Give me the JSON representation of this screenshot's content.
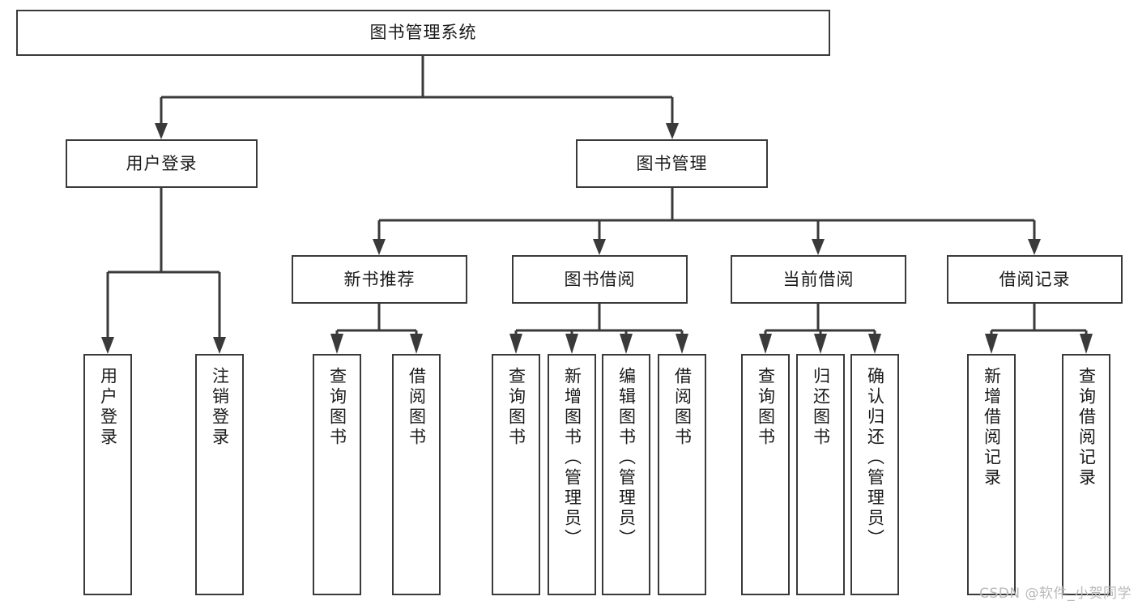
{
  "diagram": {
    "title": "图书管理系统",
    "watermark": "CSDN @软件_小贺同学",
    "colors": {
      "stroke": "#3a3a3a",
      "fill": "#ffffff",
      "text": "#1a1a1a",
      "watermark": "#b9b9b9"
    },
    "root": {
      "label": "图书管理系统"
    },
    "level2": [
      {
        "label": "用户登录"
      },
      {
        "label": "图书管理"
      }
    ],
    "level3": [
      {
        "label": "新书推荐"
      },
      {
        "label": "图书借阅"
      },
      {
        "label": "当前借阅"
      },
      {
        "label": "借阅记录"
      }
    ],
    "leaves": {
      "user_login": [
        {
          "label": "用户登录"
        },
        {
          "label": "注销登录"
        }
      ],
      "new_book": [
        {
          "label": "查询图书"
        },
        {
          "label": "借阅图书"
        }
      ],
      "book_borrow": [
        {
          "label": "查询图书"
        },
        {
          "label": "新增图书（管理员）"
        },
        {
          "label": "编辑图书（管理员）"
        },
        {
          "label": "借阅图书"
        }
      ],
      "current_borrow": [
        {
          "label": "查询图书"
        },
        {
          "label": "归还图书"
        },
        {
          "label": "确认归还（管理员）"
        }
      ],
      "borrow_record": [
        {
          "label": "新增借阅记录"
        },
        {
          "label": "查询借阅记录"
        }
      ]
    }
  }
}
